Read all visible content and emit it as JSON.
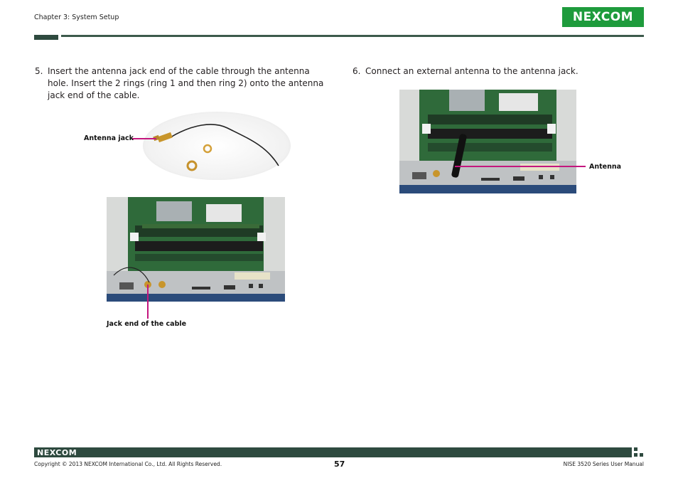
{
  "header": {
    "chapter": "Chapter 3: System Setup",
    "logo": "NEXCOM"
  },
  "steps": [
    {
      "number": "5.",
      "text": "Insert the antenna jack end of the cable through the antenna hole. Insert the 2 rings (ring 1 and then ring 2) onto the antenna jack end of the cable."
    },
    {
      "number": "6.",
      "text": "Connect an external antenna to the antenna jack."
    }
  ],
  "callouts": {
    "antenna_jack": "Antenna jack",
    "jack_end": "Jack end of the cable",
    "antenna": "Antenna"
  },
  "footer": {
    "logo": "NEXCOM",
    "copyright": "Copyright © 2013 NEXCOM International Co., Ltd. All Rights Reserved.",
    "page": "57",
    "manual": "NISE 3520 Series User Manual"
  },
  "colors": {
    "brand_green": "#1e9b3c",
    "bar_dark": "#2e4a3f",
    "callout_magenta": "#c4167e"
  }
}
